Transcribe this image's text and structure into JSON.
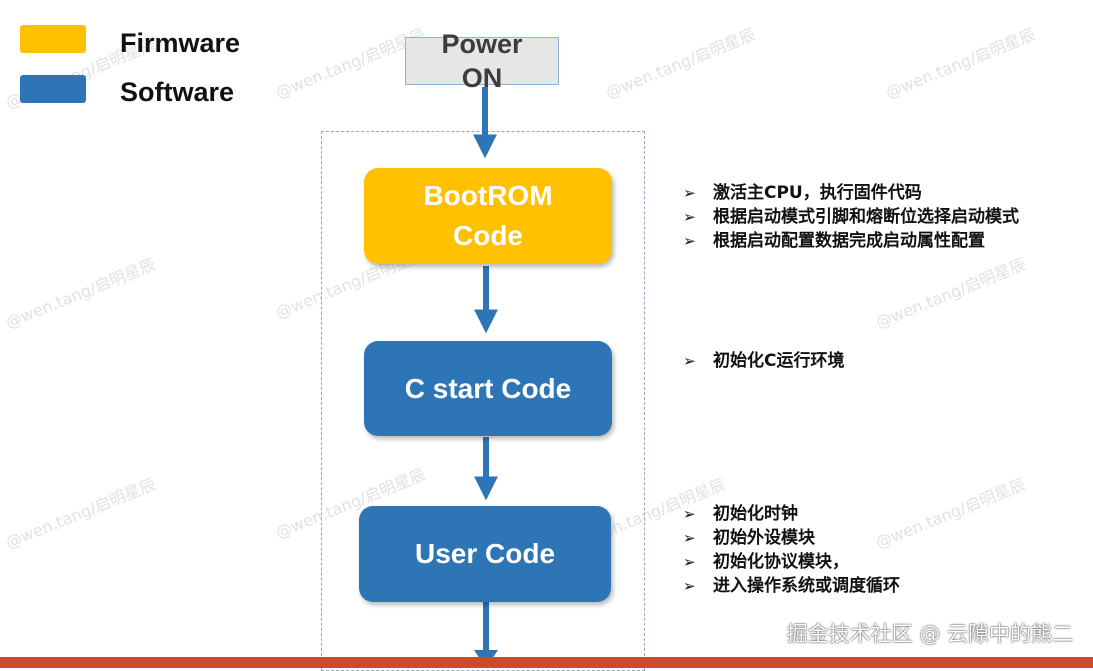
{
  "legend": {
    "items": [
      {
        "label": "Firmware",
        "color": "#ffc000"
      },
      {
        "label": "Software",
        "color": "#2e75b6"
      }
    ]
  },
  "power": {
    "line1": "Power",
    "line2": "ON"
  },
  "boxes": {
    "bootrom": {
      "line1": "BootROM",
      "line2": "Code",
      "color": "#ffc000"
    },
    "cstart": {
      "label": "C start Code",
      "color": "#2e75b6"
    },
    "user": {
      "label": "User Code",
      "color": "#2e75b6"
    }
  },
  "bullets": {
    "bootrom": [
      "激活主CPU，执行固件代码",
      "根据启动模式引脚和熔断位选择启动模式",
      "根据启动配置数据完成启动属性配置"
    ],
    "cstart": [
      "初始化C运行环境"
    ],
    "user": [
      "初始化时钟",
      "初始外设模块",
      "初始化协议模块，",
      "进入操作系统或调度循环"
    ]
  },
  "bullet_marker": "➢",
  "arrow_color": "#2e75b6",
  "watermark": "@wen.tang/启明星辰",
  "footer": "掘金技术社区 @ 云隙中的熊二"
}
